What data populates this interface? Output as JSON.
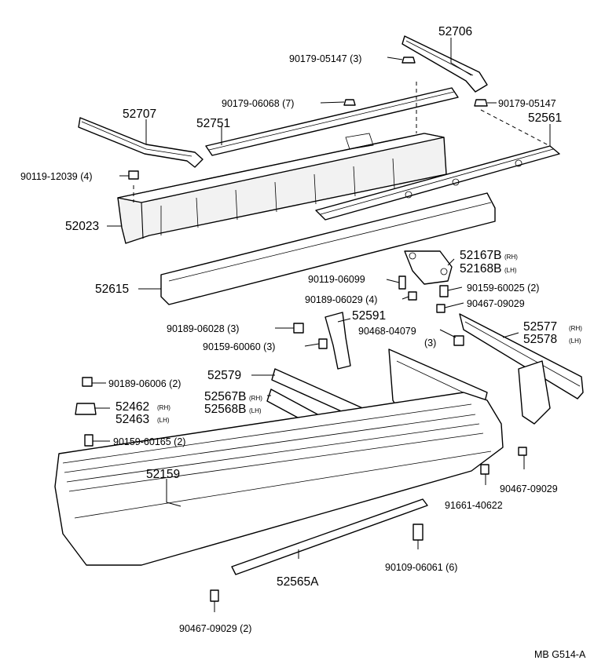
{
  "diagram_code": "MB G514-A",
  "labels": {
    "p52706": "52706",
    "p90179_05147_a": "90179-05147 (3)",
    "p90179_06068": "90179-06068 (7)",
    "p90179_05147_b": "90179-05147",
    "p52707": "52707",
    "p52751": "52751",
    "p52561": "52561",
    "p90119_12039": "90119-12039 (4)",
    "p52023": "52023",
    "p52167b": "52167B",
    "p52167b_side": "(RH)",
    "p52168b": "52168B",
    "p52168b_side": "(LH)",
    "p52615": "52615",
    "p90119_06099": "90119-06099",
    "p90159_60025": "90159-60025 (2)",
    "p90189_06029": "90189-06029 (4)",
    "p90467_09029_a": "90467-09029",
    "p52591": "52591",
    "p90189_06028": "90189-06028 (3)",
    "p90468_04079": "90468-04079",
    "p90468_04079_qty": "(3)",
    "p52577": "52577",
    "p52577_side": "(RH)",
    "p52578": "52578",
    "p52578_side": "(LH)",
    "p90159_60060": "90159-60060 (3)",
    "p52579": "52579",
    "p90189_06006": "90189-06006 (2)",
    "p52567b": "52567B",
    "p52567b_side": "(RH)",
    "p52568b": "52568B",
    "p52568b_side": "(LH)",
    "p52462": "52462",
    "p52462_side": "(RH)",
    "p52463": "52463",
    "p52463_side": "(LH)",
    "p90159_60165": "90159-60165 (2)",
    "p52159": "52159",
    "p90467_09029_b": "90467-09029",
    "p91661_40622": "91661-40622",
    "p90109_06061": "90109-06061 (6)",
    "p52565a": "52565A",
    "p90467_09029_c": "90467-09029 (2)"
  }
}
